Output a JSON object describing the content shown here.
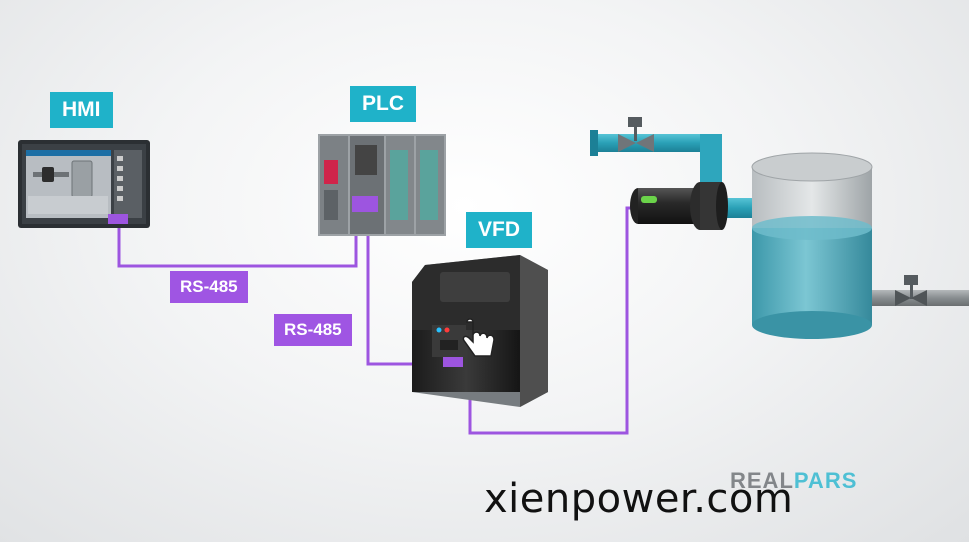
{
  "labels": {
    "hmi": "HMI",
    "plc": "PLC",
    "vfd": "VFD",
    "rs485_a": "RS-485",
    "rs485_b": "RS-485"
  },
  "watermark": "xienpower.com",
  "logo": {
    "part1": "REAL",
    "part2": "PARS"
  },
  "colors": {
    "teal": "#1fb2c9",
    "purple": "#9f55e3",
    "cable": "#9d55e0",
    "pipe": "#2ea6bd",
    "water": "#4eaabb"
  }
}
